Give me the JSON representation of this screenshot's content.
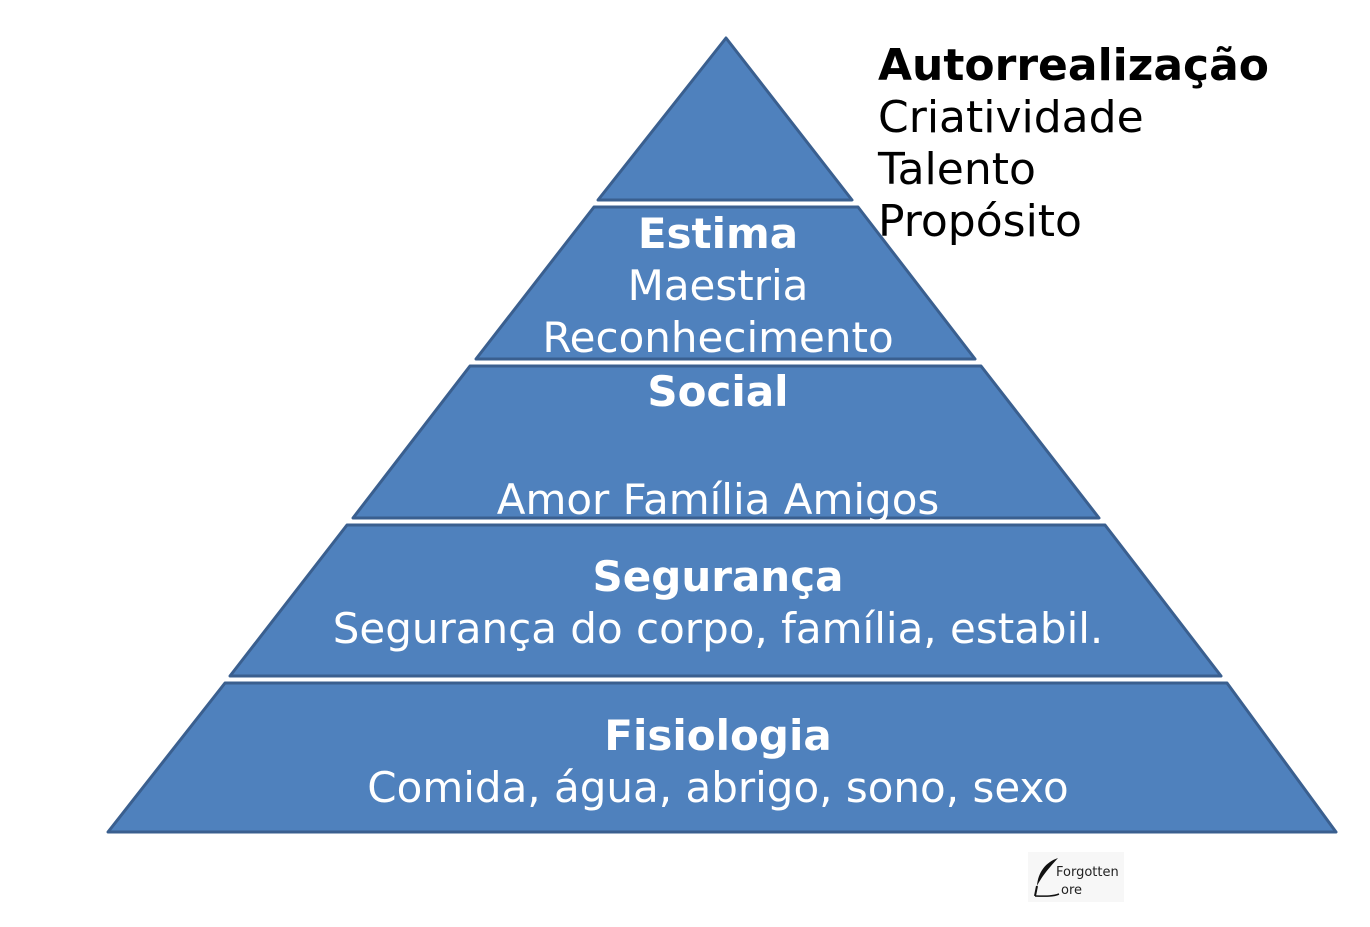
{
  "diagram": {
    "levels": [
      {
        "title": "",
        "lines": []
      },
      {
        "title": "Estima",
        "lines": [
          "Maestria",
          "Reconhecimento"
        ]
      },
      {
        "title": "Social",
        "lines": [
          "",
          "Amor Família Amigos"
        ]
      },
      {
        "title": "Segurança",
        "lines": [
          "Segurança do corpo, família, estabil."
        ]
      },
      {
        "title": "Fisiologia",
        "lines": [
          "Comida, água, abrigo, sono, sexo"
        ]
      }
    ],
    "top_label": {
      "title": "Autorrealização",
      "lines": [
        "Criatividade",
        "Talento",
        "Propósito"
      ]
    },
    "logo": {
      "line1": "Forgotten",
      "line2": "ore"
    },
    "colors": {
      "fill": "#4f81bd",
      "stroke": "#3a5f8f",
      "text": "#ffffff"
    }
  }
}
